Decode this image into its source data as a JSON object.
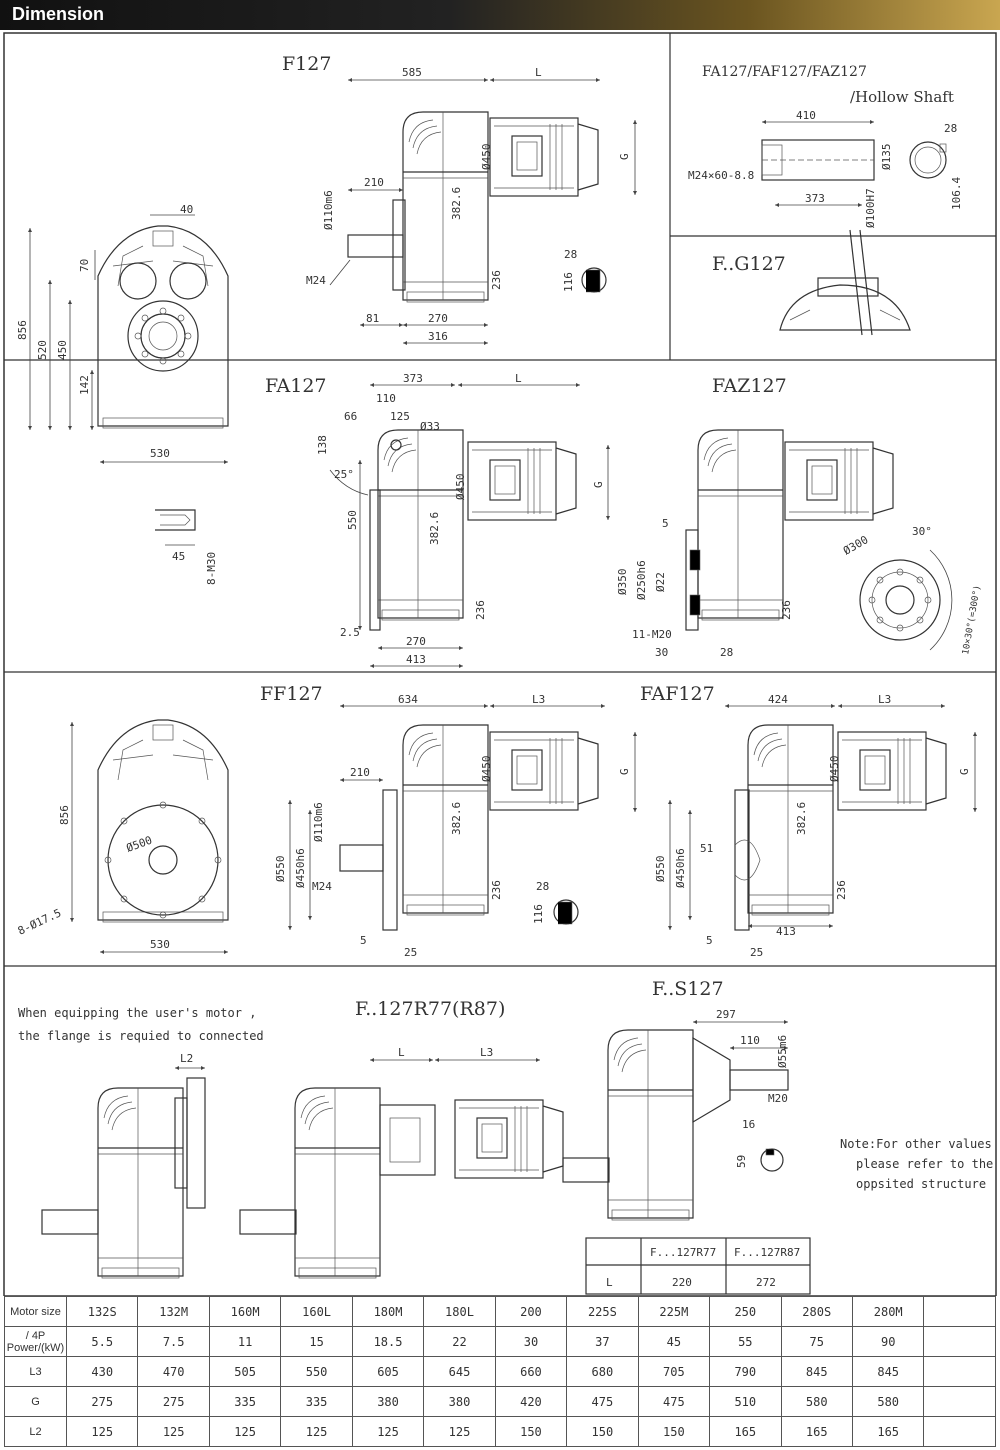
{
  "header": {
    "title": "Dimension"
  },
  "drawings": {
    "f127": {
      "title": "F127",
      "dims": [
        "585",
        "L",
        "Ø450",
        "G",
        "210",
        "Ø110m6",
        "382.6",
        "236",
        "M24",
        "81",
        "270",
        "316",
        "28",
        "116"
      ]
    },
    "front": {
      "dims": [
        "40",
        "70",
        "856",
        "520",
        "450",
        "142",
        "530",
        "45",
        "8-M30"
      ]
    },
    "hollow": {
      "title": "FA127/FAF127/FAZ127",
      "subtitle": "/Hollow Shaft",
      "dims": [
        "410",
        "M24×60-8.8",
        "Ø135",
        "373",
        "Ø100H7",
        "28",
        "106.4"
      ]
    },
    "fg127": {
      "title": "F..G127"
    },
    "fa127": {
      "title": "FA127",
      "dims": [
        "373",
        "L",
        "110",
        "66",
        "125",
        "Ø33",
        "138",
        "25°",
        "Ø450",
        "G",
        "550",
        "382.6",
        "236",
        "2.5",
        "270",
        "413"
      ]
    },
    "faz127": {
      "title": "FAZ127",
      "dims": [
        "5",
        "Ø350",
        "Ø250h6",
        "Ø22",
        "236",
        "11-M20",
        "30",
        "28",
        "Ø300",
        "30°",
        "10×30°(=300°)"
      ]
    },
    "ff127": {
      "title": "FF127",
      "dims": [
        "634",
        "L3",
        "Ø450",
        "G",
        "210",
        "Ø110m6",
        "382.6",
        "Ø550",
        "Ø450h6",
        "M24",
        "236",
        "5",
        "25",
        "28",
        "116",
        "856",
        "Ø500",
        "8-Ø17.5",
        "530"
      ]
    },
    "faf127": {
      "title": "FAF127",
      "dims": [
        "424",
        "L3",
        "Ø450",
        "G",
        "382.6",
        "Ø550",
        "Ø450h6",
        "51",
        "236",
        "413",
        "5",
        "25"
      ]
    },
    "user_motor": {
      "note_line1": "When equipping the user's motor ,",
      "note_line2": "the flange is requied to connected",
      "dims": [
        "L2"
      ]
    },
    "fr": {
      "title": "F..127R77(R87)",
      "dims": [
        "L",
        "L3"
      ]
    },
    "fs": {
      "title": "F..S127",
      "dims": [
        "297",
        "110",
        "Ø55m6",
        "M20",
        "16",
        "59"
      ]
    },
    "note": {
      "line1": "Note:For other values",
      "line2": "please refer to the",
      "line3": "oppsited structure"
    },
    "l_table": {
      "h1": "F...127R77",
      "h2": "F...127R87",
      "row_label": "L",
      "v1": "220",
      "v2": "272"
    }
  },
  "spec_table": {
    "rows": [
      {
        "label": "Motor size",
        "values": [
          "132S",
          "132M",
          "160M",
          "160L",
          "180M",
          "180L",
          "200",
          "225S",
          "225M",
          "250",
          "280S",
          "280M",
          ""
        ]
      },
      {
        "label": "/ 4P Power/(kW)",
        "values": [
          "5.5",
          "7.5",
          "11",
          "15",
          "18.5",
          "22",
          "30",
          "37",
          "45",
          "55",
          "75",
          "90",
          ""
        ]
      },
      {
        "label": "L3",
        "values": [
          "430",
          "470",
          "505",
          "550",
          "605",
          "645",
          "660",
          "680",
          "705",
          "790",
          "845",
          "845",
          ""
        ]
      },
      {
        "label": "G",
        "values": [
          "275",
          "275",
          "335",
          "335",
          "380",
          "380",
          "420",
          "475",
          "475",
          "510",
          "580",
          "580",
          ""
        ]
      },
      {
        "label": "L2",
        "values": [
          "125",
          "125",
          "125",
          "125",
          "125",
          "125",
          "150",
          "150",
          "150",
          "165",
          "165",
          "165",
          ""
        ]
      }
    ]
  }
}
